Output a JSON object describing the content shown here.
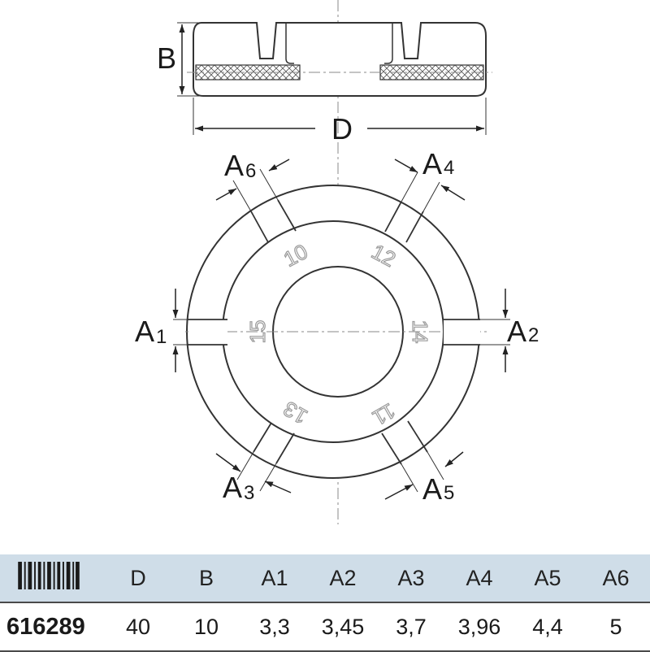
{
  "drawing": {
    "dim_labels": {
      "B": "B",
      "D": "D",
      "A1_main": "A",
      "A1_sub": "1",
      "A2_main": "A",
      "A2_sub": "2",
      "A3_main": "A",
      "A3_sub": "3",
      "A4_main": "A",
      "A4_sub": "4",
      "A5_main": "A",
      "A5_sub": "5",
      "A6_main": "A",
      "A6_sub": "6"
    },
    "ring_numbers": {
      "n10": "10",
      "n12": "12",
      "n14": "14",
      "n11": "11",
      "n13": "13",
      "n15": "15"
    }
  },
  "table": {
    "headers": {
      "barcode_icon": "barcode-icon",
      "D": "D",
      "B": "B",
      "A1": "A1",
      "A2": "A2",
      "A3": "A3",
      "A4": "A4",
      "A5": "A5",
      "A6": "A6"
    },
    "row": {
      "article": "616289",
      "D": "40",
      "B": "10",
      "A1": "3,3",
      "A2": "3,45",
      "A3": "3,7",
      "A4": "3,96",
      "A5": "4,4",
      "A6": "5"
    },
    "header_bg": "#cfdde8"
  }
}
